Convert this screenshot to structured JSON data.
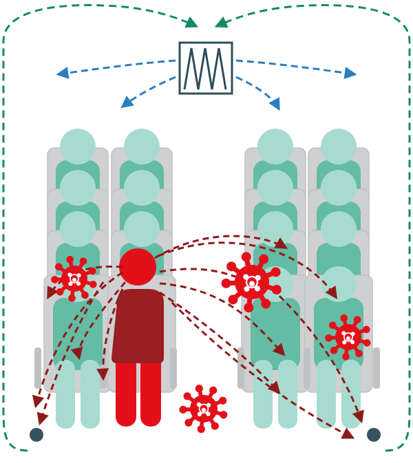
{
  "diagram": {
    "subject": "aircraft-cabin-airflow-virus-spread",
    "colors": {
      "background": "#ffffff",
      "cabin_airflow": "#17896a",
      "vent_airflow": "#2a7fc1",
      "infection_path": "#8e1b1b",
      "virus": "#e3101a",
      "infected_body": "#9a1e22",
      "infected_head": "#e3101a",
      "seat": "#cfd0d1",
      "seat_shadow": "#bfc1c2",
      "passenger_head": "#a8dbd0",
      "passenger_body": "#63bca3",
      "passenger_legs": "#a8dbd0",
      "vent_box": "#2e4d5c",
      "outlet": "#37525f"
    },
    "icons": [
      "ventilation-unit-icon",
      "virus-icon",
      "infected-passenger-icon",
      "passenger-icon",
      "air-outlet-icon"
    ],
    "elements": {
      "vent_unit": "air-vent",
      "left_block": "left-seat-block",
      "right_block": "right-seat-block",
      "infected_person": "infected-passenger",
      "viruses": "virus-particles",
      "floor_outlets": "floor-air-outlets"
    }
  }
}
